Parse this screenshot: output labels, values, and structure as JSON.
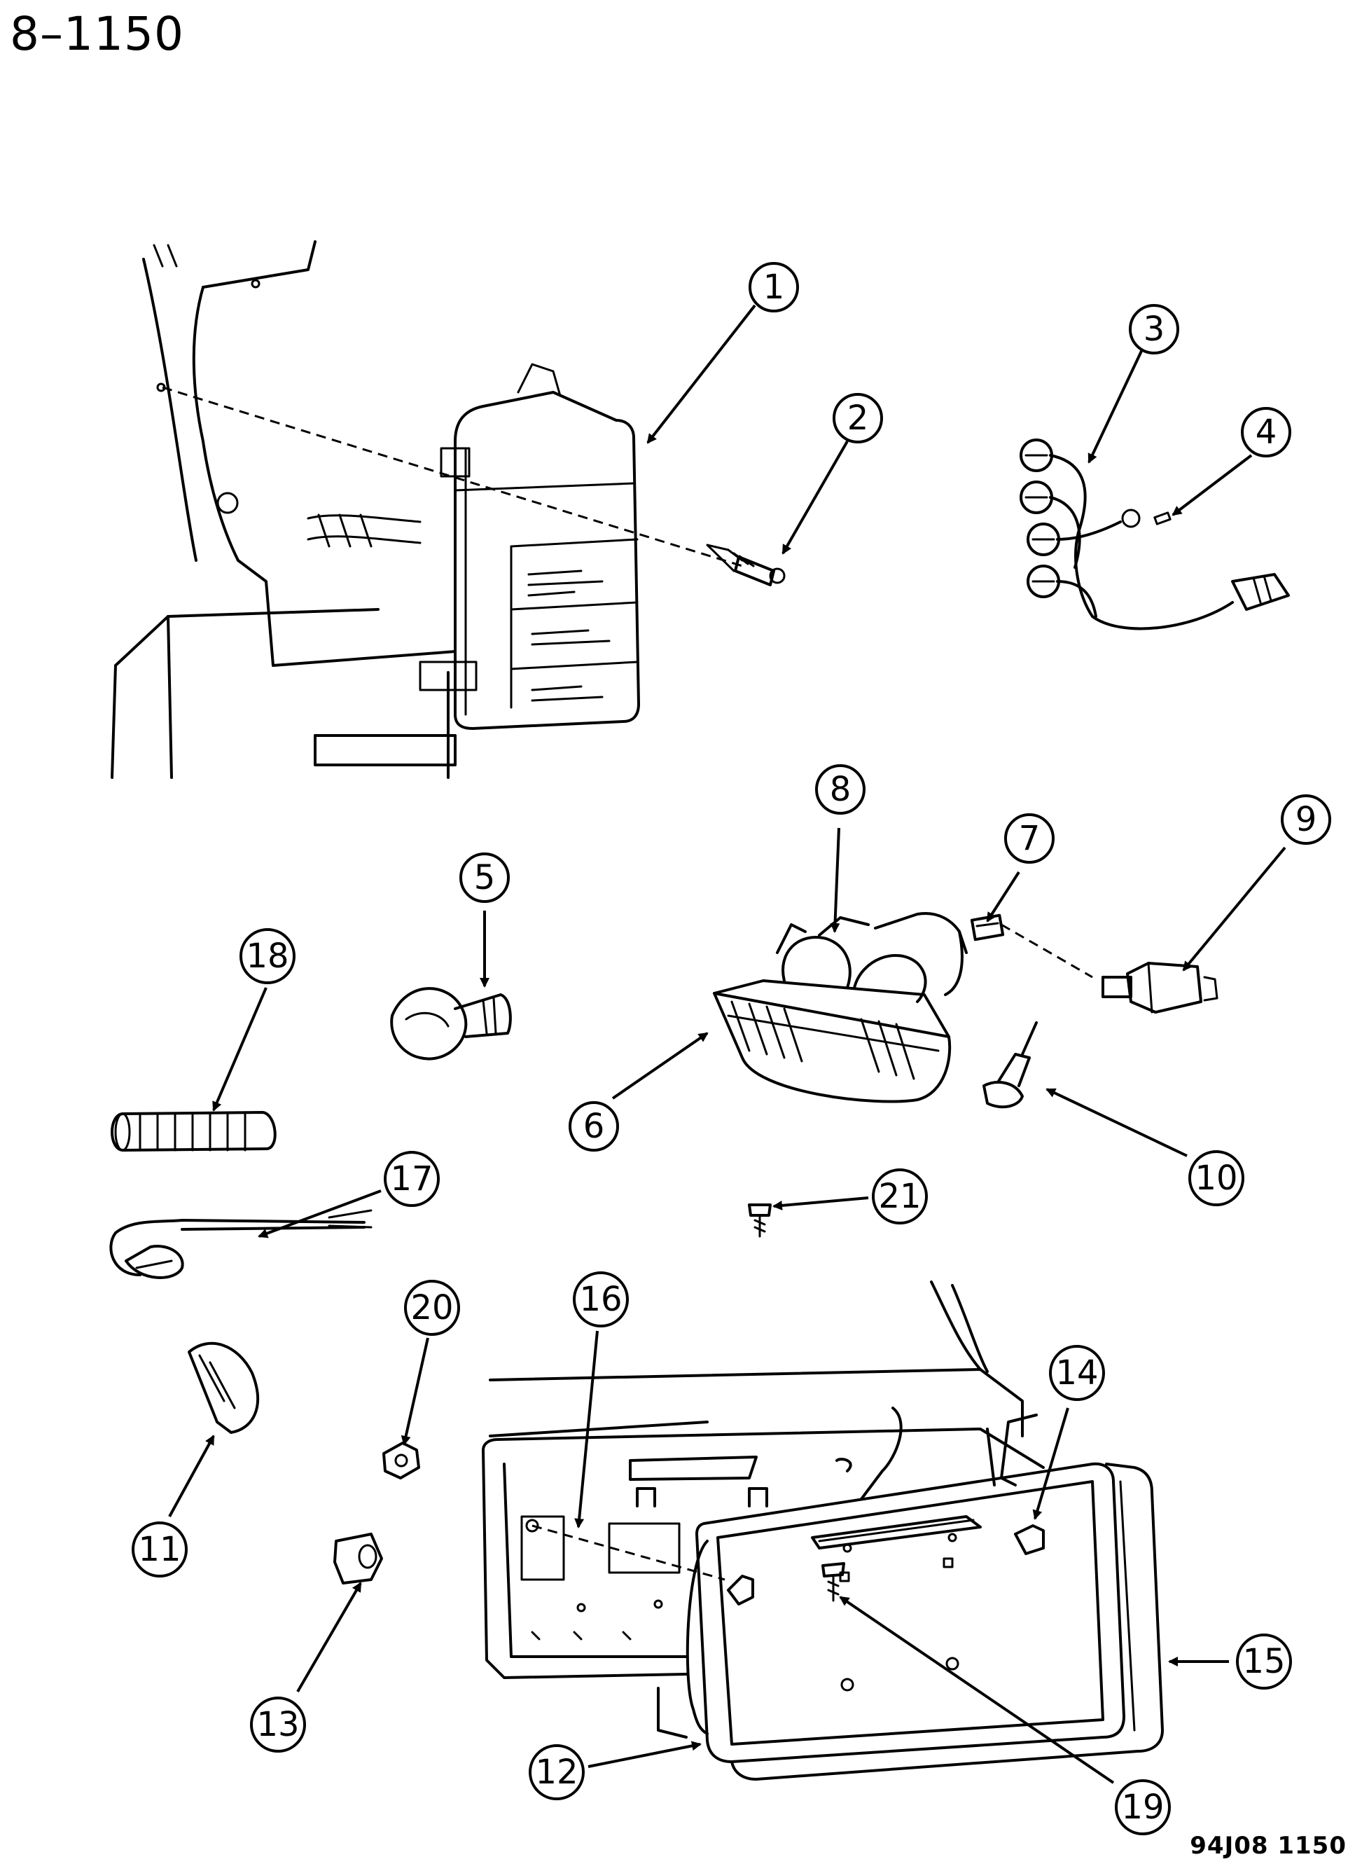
{
  "header": {
    "page_number": "8–1150"
  },
  "footer": {
    "figure_code": "94J08 1150"
  },
  "callouts": [
    "1",
    "2",
    "3",
    "4",
    "5",
    "6",
    "7",
    "8",
    "9",
    "10",
    "11",
    "12",
    "13",
    "14",
    "15",
    "16",
    "17",
    "18",
    "19",
    "20",
    "21"
  ],
  "colors": {
    "ink": "#000000",
    "paper": "#ffffff"
  }
}
